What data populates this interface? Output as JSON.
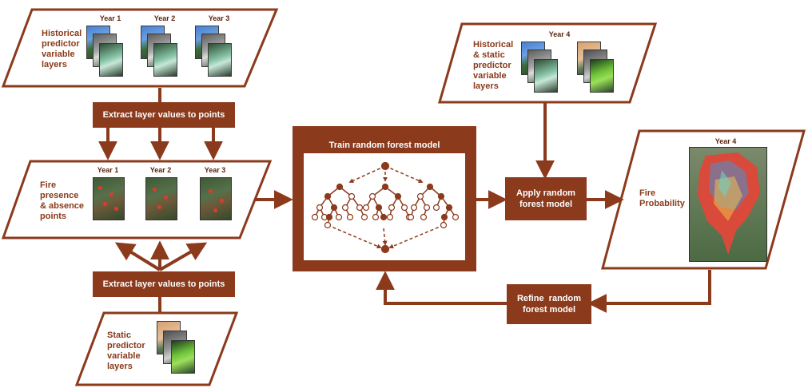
{
  "colors": {
    "accent": "#8b3a1c",
    "panel_text": "#8a3a1a",
    "background": "#ffffff"
  },
  "historical_panel": {
    "label": "Historical\npredictor\nvariable\nlayers",
    "years": [
      "Year 1",
      "Year 2",
      "Year 3"
    ]
  },
  "extract_top": {
    "label": "Extract layer values to points"
  },
  "fire_points_panel": {
    "label": "Fire\npresence\n& absence\npoints",
    "years": [
      "Year 1",
      "Year 2",
      "Year 3"
    ]
  },
  "extract_bottom": {
    "label": "Extract layer values to points"
  },
  "static_panel": {
    "label": "Static\npredictor\nvariable\nlayers"
  },
  "train_model": {
    "title": "Train random forest model"
  },
  "year4_panel": {
    "label": "Historical\n& static\npredictor\nvariable\nlayers",
    "year": "Year 4"
  },
  "apply_model": {
    "label": "Apply random\nforest model"
  },
  "probability_panel": {
    "label": "Fire\nProbability",
    "year": "Year 4"
  },
  "refine_model": {
    "label": "Refine  random\nforest model"
  }
}
